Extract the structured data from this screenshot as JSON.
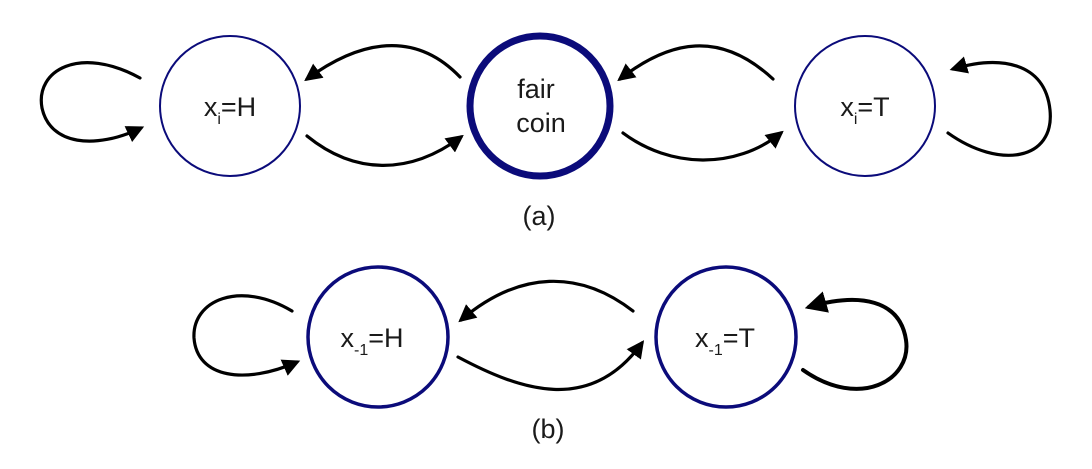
{
  "colors": {
    "node_stroke": "#0b0b7a",
    "edge": "#000000",
    "text": "#1a1a1a"
  },
  "diagram_a": {
    "caption": "(a)",
    "nodes": {
      "heads": {
        "var": "x",
        "sub": "i",
        "rest": "=H"
      },
      "coin": {
        "line1": "fair",
        "line2": "coin"
      },
      "tails": {
        "var": "x",
        "sub": "i",
        "rest": "=T"
      }
    },
    "edges": [
      {
        "from": "heads",
        "to": "heads"
      },
      {
        "from": "coin",
        "to": "heads"
      },
      {
        "from": "heads",
        "to": "coin"
      },
      {
        "from": "tails",
        "to": "coin"
      },
      {
        "from": "coin",
        "to": "tails"
      },
      {
        "from": "tails",
        "to": "tails"
      }
    ]
  },
  "diagram_b": {
    "caption": "(b)",
    "nodes": {
      "heads": {
        "var": "x",
        "sub": "-1",
        "rest": "=H"
      },
      "tails": {
        "var": "x",
        "sub": "-1",
        "rest": "=T"
      }
    },
    "edges": [
      {
        "from": "heads",
        "to": "heads"
      },
      {
        "from": "tails",
        "to": "heads"
      },
      {
        "from": "heads",
        "to": "tails"
      },
      {
        "from": "tails",
        "to": "tails"
      }
    ]
  }
}
